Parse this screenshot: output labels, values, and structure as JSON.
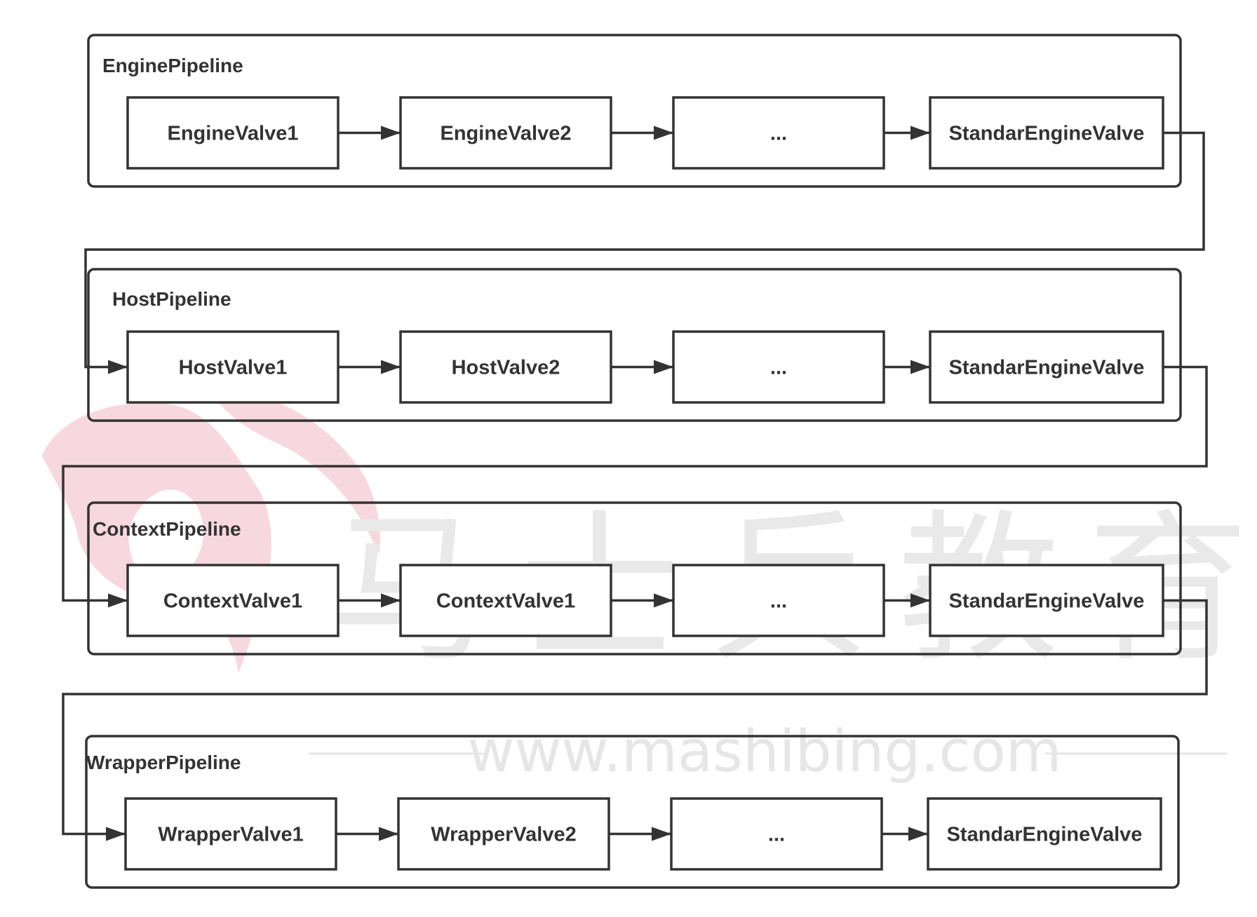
{
  "watermark": {
    "chars": [
      "马",
      "士",
      "兵",
      "教",
      "育"
    ],
    "url": "www.mashibing.com"
  },
  "pipelines": [
    {
      "label": "EnginePipeline",
      "valves": [
        "EngineValve1",
        "EngineValve2",
        "...",
        "StandarEngineValve"
      ]
    },
    {
      "label": "HostPipeline",
      "valves": [
        "HostValve1",
        "HostValve2",
        "...",
        "StandarEngineValve"
      ]
    },
    {
      "label": "ContextPipeline",
      "valves": [
        "ContextValve1",
        "ContextValve1",
        "...",
        "StandarEngineValve"
      ]
    },
    {
      "label": "WrapperPipeline",
      "valves": [
        "WrapperValve1",
        "WrapperValve2",
        "...",
        "StandarEngineValve"
      ]
    }
  ]
}
